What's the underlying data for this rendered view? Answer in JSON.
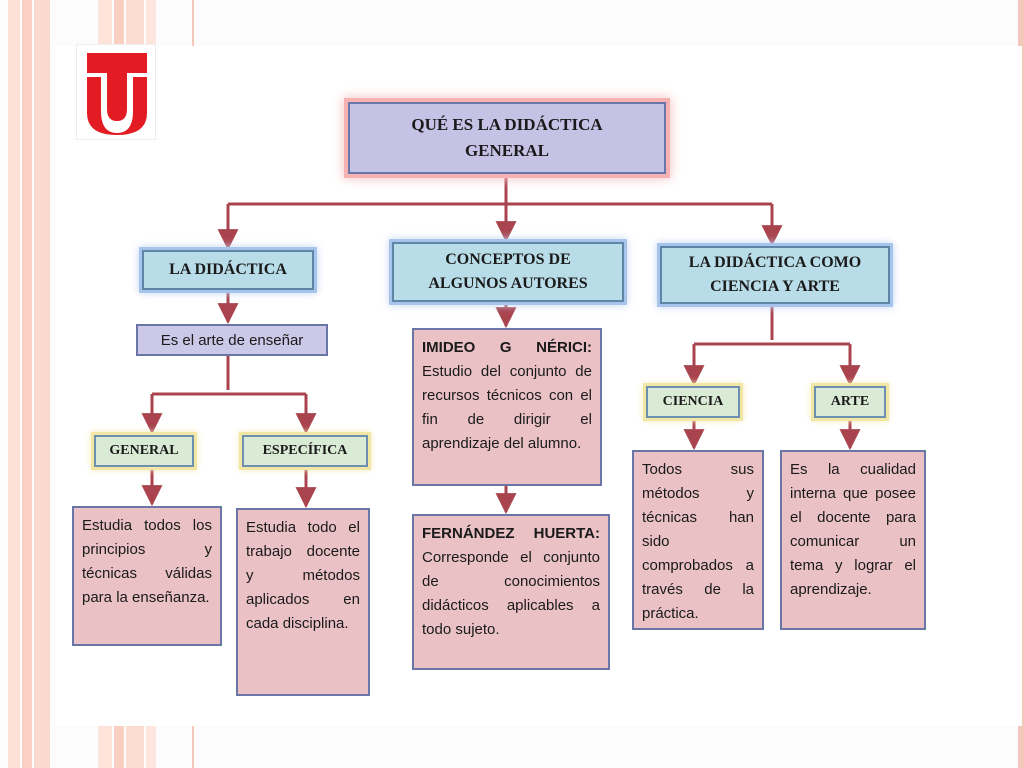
{
  "slide": {
    "colors": {
      "stripe_light": "#fde0d6",
      "stripe_mid": "#f7c9ba",
      "accent": "#f3c8bb",
      "logo_red": "#e31b23",
      "connector": "#a9444f"
    }
  },
  "logo": {
    "icon": "university-t-shield-icon"
  },
  "diagram": {
    "root": {
      "text": "QUÉ ES LA DIDÁCTICA GENERAL"
    },
    "branches": {
      "didactica": {
        "title": "LA DIDÁCTICA",
        "definition": "Es el arte de enseñar",
        "general": {
          "label": "GENERAL",
          "text": "Estudia todos los principios y técnicas válidas para la enseñanza."
        },
        "especifica": {
          "label": "ESPECÍFICA",
          "text": "Estudia todo el trabajo docente y métodos aplicados en cada disciplina."
        }
      },
      "conceptos": {
        "title": "CONCEPTOS DE ALGUNOS AUTORES",
        "nerici": {
          "author": "IMIDEO G NÉRICI:",
          "text": "Estudio del conjunto de recursos técnicos con el fin de dirigir el aprendizaje del alumno."
        },
        "huerta": {
          "author": "FERNÁNDEZ HUERTA:",
          "text": "Corresponde el conjunto de conocimientos didácticos aplicables a todo sujeto."
        }
      },
      "ciencia_arte": {
        "title": "LA DIDÁCTICA COMO CIENCIA Y ARTE",
        "ciencia": {
          "label": "CIENCIA",
          "text": "Todos sus métodos y técnicas han sido comprobados a través de la práctica."
        },
        "arte": {
          "label": "ARTE",
          "text": "Es la cualidad interna que posee el docente para comunicar un tema y lograr el aprendizaje."
        }
      }
    }
  }
}
